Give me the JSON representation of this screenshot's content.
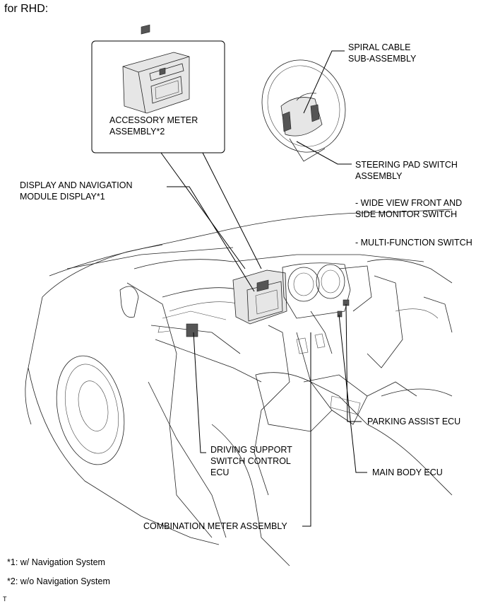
{
  "header": "for RHD:",
  "callouts": {
    "spiral_cable": [
      "SPIRAL CABLE",
      "SUB-ASSEMBLY"
    ],
    "accessory_meter": [
      "ACCESSORY METER",
      "ASSEMBLY*2"
    ],
    "steering_pad_switch": [
      "STEERING PAD SWITCH",
      "ASSEMBLY"
    ],
    "display_nav": [
      "DISPLAY AND NAVIGATION",
      "MODULE DISPLAY*1"
    ],
    "wide_view": [
      "- WIDE VIEW FRONT AND",
      "SIDE MONITOR SWITCH"
    ],
    "multi_function": "- MULTI-FUNCTION SWITCH",
    "parking_assist": "PARKING ASSIST ECU",
    "driving_support": [
      "DRIVING SUPPORT",
      "SWITCH CONTROL",
      "ECU"
    ],
    "main_body": "MAIN BODY ECU",
    "combination_meter": "COMBINATION METER ASSEMBLY"
  },
  "footnotes": [
    "*1: w/ Navigation System",
    "*2: w/o Navigation System"
  ],
  "corner_tag": "T"
}
